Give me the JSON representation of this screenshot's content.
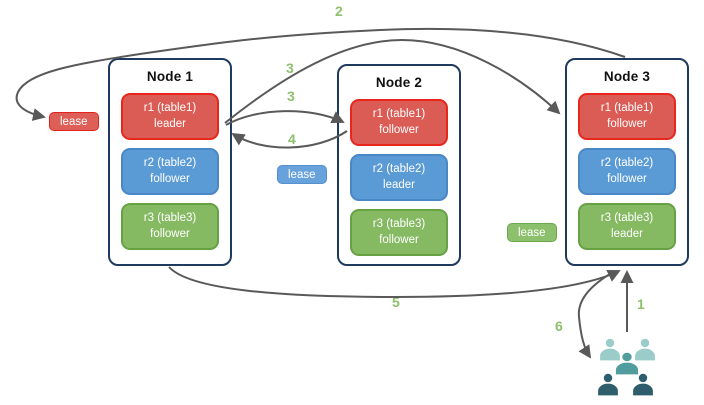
{
  "nodes": [
    {
      "title": "Node 1",
      "replicas": [
        {
          "range": "r1 (table1)",
          "role": "leader",
          "color": "#db5c55"
        },
        {
          "range": "r2 (table2)",
          "role": "follower",
          "color": "#5b9bd5"
        },
        {
          "range": "r3 (table3)",
          "role": "follower",
          "color": "#85ba63"
        }
      ]
    },
    {
      "title": "Node 2",
      "replicas": [
        {
          "range": "r1 (table1)",
          "role": "follower",
          "color": "#db5c55"
        },
        {
          "range": "r2 (table2)",
          "role": "leader",
          "color": "#5b9bd5"
        },
        {
          "range": "r3 (table3)",
          "role": "follower",
          "color": "#85ba63"
        }
      ]
    },
    {
      "title": "Node 3",
      "replicas": [
        {
          "range": "r1 (table1)",
          "role": "follower",
          "color": "#db5c55"
        },
        {
          "range": "r2 (table2)",
          "role": "follower",
          "color": "#5b9bd5"
        },
        {
          "range": "r3 (table3)",
          "role": "leader",
          "color": "#85ba63"
        }
      ]
    }
  ],
  "leases": [
    {
      "label": "lease",
      "color": "#dd5f58"
    },
    {
      "label": "lease",
      "color": "#68a2dc"
    },
    {
      "label": "lease",
      "color": "#8cc06d"
    }
  ],
  "steps": [
    {
      "label": "2"
    },
    {
      "label": "3"
    },
    {
      "label": "3"
    },
    {
      "label": "4"
    },
    {
      "label": "5"
    },
    {
      "label": "1"
    },
    {
      "label": "6"
    }
  ],
  "icons": {
    "users": "users-group-icon"
  },
  "colors": {
    "node_border": "#1e3a5f",
    "arrow": "#595959",
    "step_label": "#8dc06d",
    "replica_red": "#db5c55",
    "replica_red_border": "#e8261c",
    "replica_blue": "#5b9bd5",
    "replica_blue_border": "#4b87c6",
    "replica_green": "#85ba63",
    "replica_green_border": "#66a144",
    "users_light": "#9accc9",
    "users_medium": "#519c9c",
    "users_dark": "#2e5d6c"
  }
}
